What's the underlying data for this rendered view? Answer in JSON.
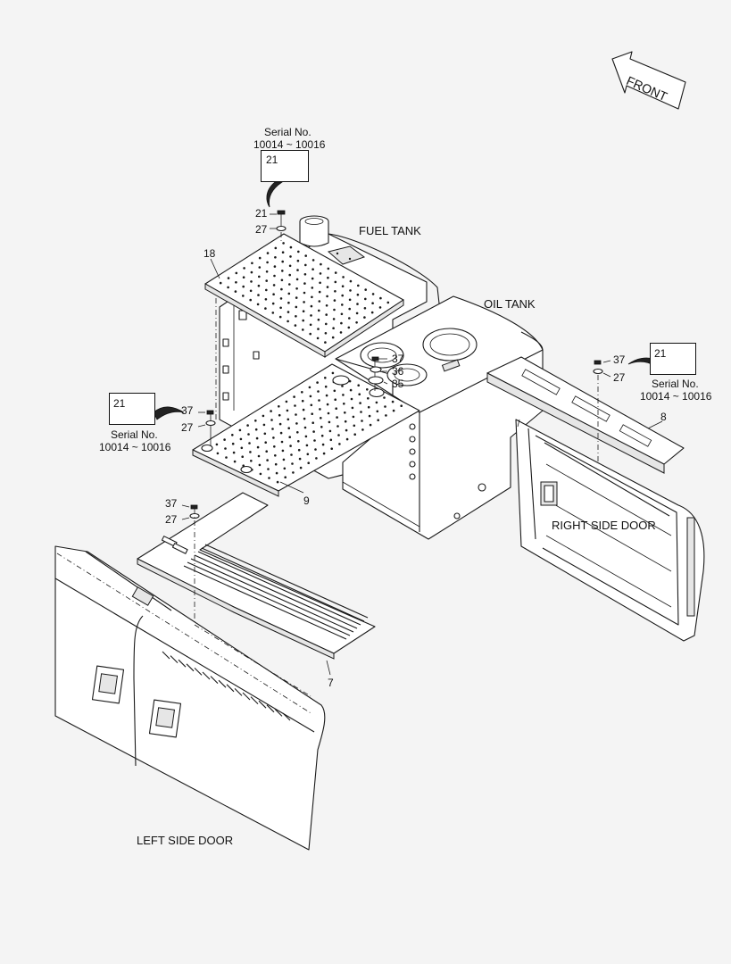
{
  "front_label": "FRONT",
  "section_labels": {
    "fuel_tank": "FUEL TANK",
    "oil_tank": "OIL TANK",
    "right_side_door": "RIGHT SIDE DOOR",
    "left_side_door": "LEFT SIDE DOOR"
  },
  "serial_notes": {
    "top": {
      "title": "Serial No.",
      "range": "10014 ~ 10016",
      "part": "21"
    },
    "left": {
      "title": "Serial No.",
      "range": "10014 ~ 10016",
      "part": "21"
    },
    "right": {
      "title": "Serial No.",
      "range": "10014 ~ 10016",
      "part": "21"
    }
  },
  "callouts": {
    "c21_top": "21",
    "c27_top": "27",
    "c18": "18",
    "c37_center": "37",
    "c36": "36",
    "c35": "35",
    "c37_left": "37",
    "c27_left": "27",
    "c9": "9",
    "c37_lower": "37",
    "c27_lower": "27",
    "c7": "7",
    "c37_right": "37",
    "c27_right": "27",
    "c8": "8"
  }
}
